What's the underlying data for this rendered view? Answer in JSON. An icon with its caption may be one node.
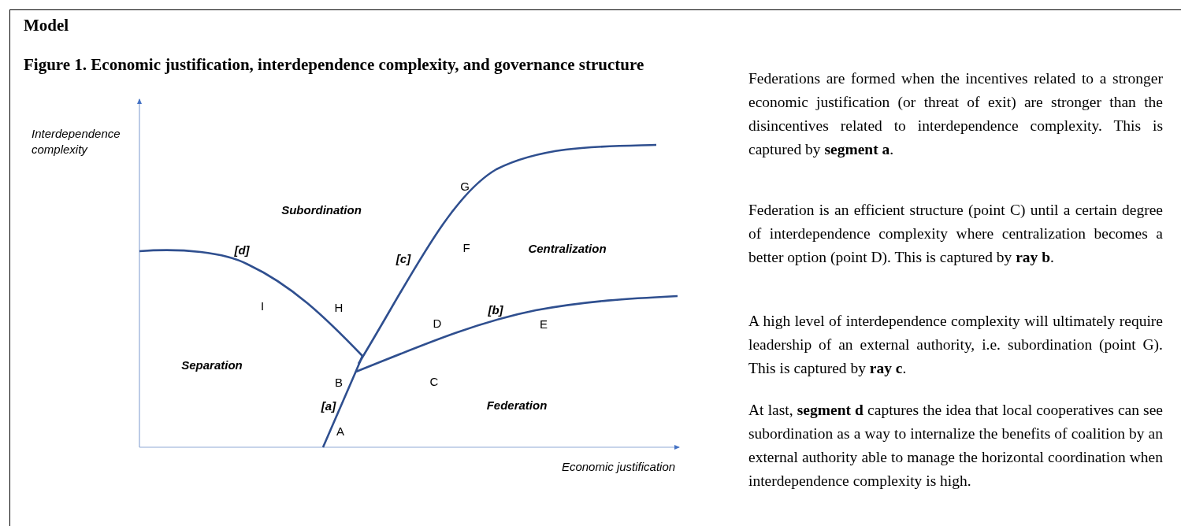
{
  "diagram": {
    "title": "Model",
    "caption": "Figure 1. Economic justification, interdependence complexity, and governance structure",
    "labels": [
      "Interdependence complexity",
      "G",
      "Subordination",
      "[d]",
      "[c]",
      "F",
      "Centralization",
      "I",
      "H",
      "D",
      "[b]",
      "E",
      "Separation",
      "B",
      "C",
      "[a]",
      "Federation",
      "A",
      "Economic justification",
      "Federations are formed when the incentives related to a stronger economic justification (or threat of exit) are stronger than the disincentives related to interdependence complexity. This is captured by **segment a**.",
      "Federation is an efficient structure (point C) until a certain degree of interdependence complexity where centralization becomes a better option (point D). This is captured by **ray b**.",
      "A high level of interdependence complexity will ultimately require leadership of an external authority, i.e. subordination (point G). This is captured by **ray c**.",
      "At last, **segment d** captures the idea that local cooperatives can see subordination as a way to internalize the benefits of coalition by an external authority able to manage the horizontal coordination when interdependence complexity is high."
    ]
  }
}
